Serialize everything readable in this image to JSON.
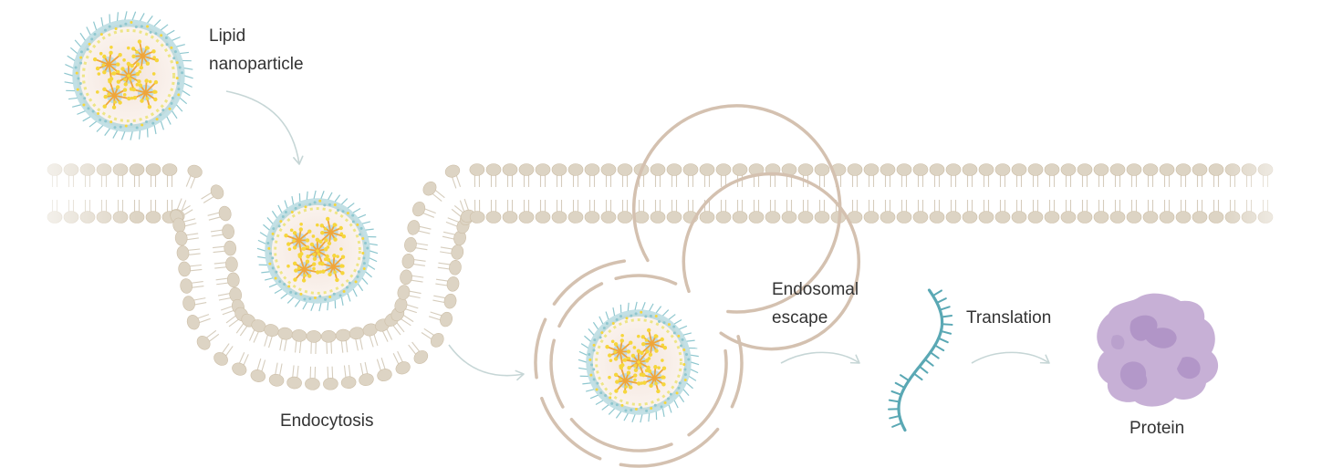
{
  "labels": {
    "lipid_nanoparticle": [
      "Lipid",
      "nanoparticle"
    ],
    "endocytosis": "Endocytosis",
    "endosomal_escape": [
      "Endosomal",
      "escape"
    ],
    "translation": "Translation",
    "protein": "Protein"
  },
  "colors": {
    "lipid_head": "#ddd4c4",
    "lipid_head_stroke": "#cdbfa8",
    "lipid_tail": "#d6cdbd",
    "arrow": "#c6d6d6",
    "endosome_ring": "#d4c1b0",
    "mrna": "#5aa8b4",
    "protein_light": "#c7b0d6",
    "protein_dark": "#a98cc2",
    "lnp_shell_blue": "#8fc7cf",
    "lnp_shell_yellow": "#e8e05a",
    "lnp_core_orange": "#f0a53a",
    "lnp_core_yellow": "#f6d63c",
    "lnp_core_blue": "#9dcfe0",
    "label_text": "#333333"
  }
}
